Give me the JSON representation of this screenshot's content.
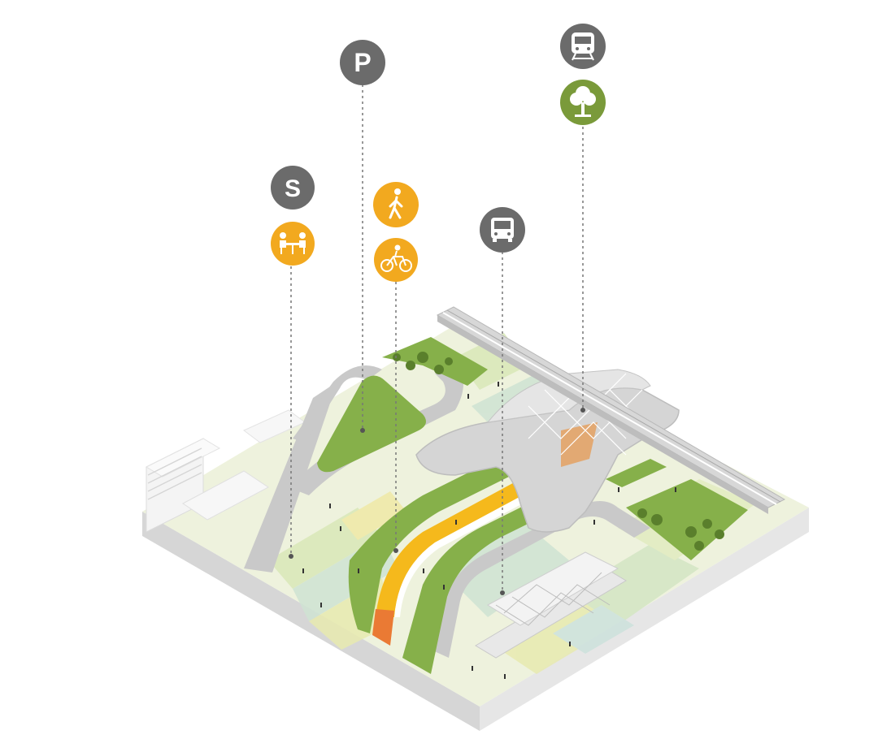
{
  "colors": {
    "background": "#ffffff",
    "marker_grey": "#6b6b6b",
    "marker_orange": "#f2a91f",
    "marker_green": "#7a9a3a",
    "grass": "#86b04a",
    "bike_lane": "#f5b91c",
    "bike_lane_end": "#ea7a34",
    "road": "#c8c8c8",
    "plaza": "#e4ecc2",
    "structure": "#d2d2d2",
    "base_side": "#dcdcdc",
    "leader_line": "#777777"
  },
  "markers": [
    {
      "id": "parking",
      "letter": "P",
      "icon": "parking-icon",
      "color": "grey"
    },
    {
      "id": "service",
      "letter": "S",
      "icon": "service-icon",
      "color": "grey"
    },
    {
      "id": "seating",
      "letter": "",
      "icon": "people-at-table-icon",
      "color": "orange"
    },
    {
      "id": "walk",
      "letter": "",
      "icon": "pedestrian-icon",
      "color": "orange"
    },
    {
      "id": "bike",
      "letter": "",
      "icon": "bicycle-icon",
      "color": "orange"
    },
    {
      "id": "bus",
      "letter": "",
      "icon": "bus-icon",
      "color": "grey"
    },
    {
      "id": "train",
      "letter": "",
      "icon": "train-icon",
      "color": "grey"
    },
    {
      "id": "park",
      "letter": "",
      "icon": "tree-icon",
      "color": "green"
    }
  ]
}
